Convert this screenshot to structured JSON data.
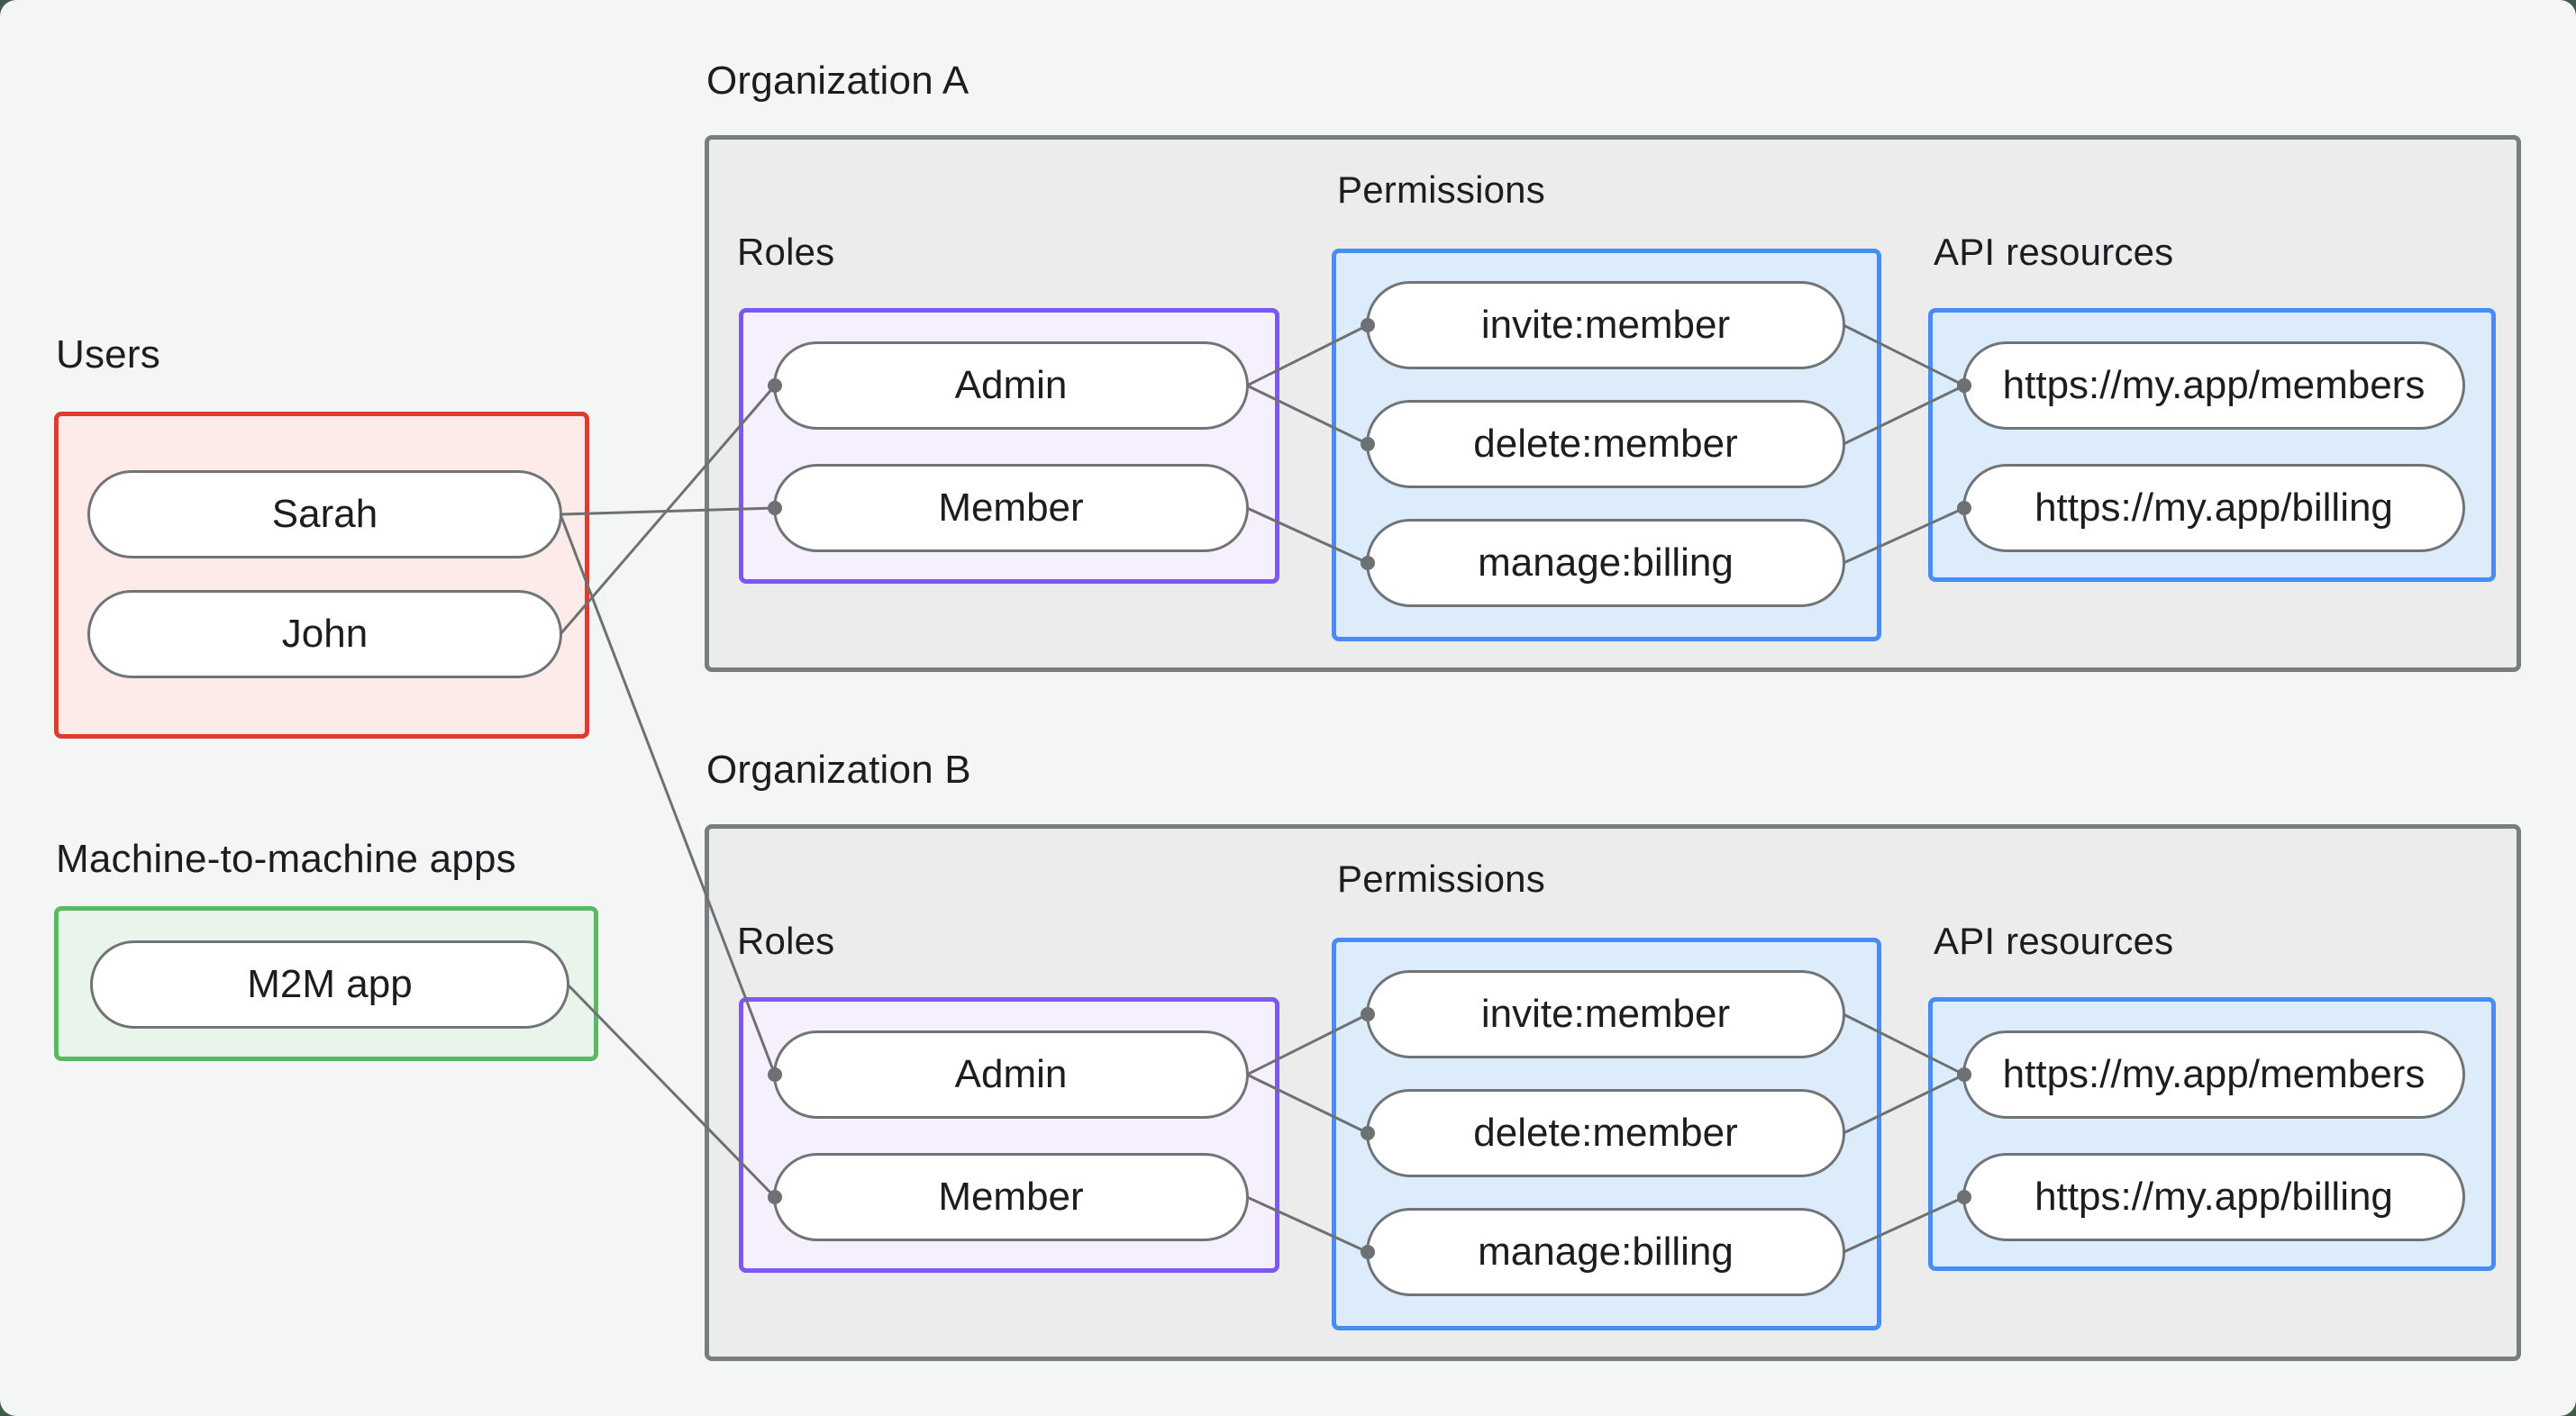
{
  "labels": {
    "users": "Users",
    "m2m_apps": "Machine-to-machine apps",
    "org_a": "Organization A",
    "org_b": "Organization B",
    "roles": "Roles",
    "permissions": "Permissions",
    "api_resources": "API resources"
  },
  "nodes": {
    "sarah": "Sarah",
    "john": "John",
    "m2m_app": "M2M app",
    "a_admin": "Admin",
    "a_member": "Member",
    "a_invite": "invite:member",
    "a_delete": "delete:member",
    "a_manage": "manage:billing",
    "a_members_api": "https://my.app/members",
    "a_billing_api": "https://my.app/billing",
    "b_admin": "Admin",
    "b_member": "Member",
    "b_invite": "invite:member",
    "b_delete": "delete:member",
    "b_manage": "manage:billing",
    "b_members_api": "https://my.app/members",
    "b_billing_api": "https://my.app/billing"
  },
  "edges": [
    [
      "sarah",
      "a_member"
    ],
    [
      "john",
      "a_admin"
    ],
    [
      "sarah",
      "b_admin"
    ],
    [
      "m2m_app",
      "b_member"
    ],
    [
      "a_admin",
      "a_invite"
    ],
    [
      "a_admin",
      "a_delete"
    ],
    [
      "a_member",
      "a_manage"
    ],
    [
      "a_invite",
      "a_members_api"
    ],
    [
      "a_delete",
      "a_members_api"
    ],
    [
      "a_manage",
      "a_billing_api"
    ],
    [
      "b_admin",
      "b_invite"
    ],
    [
      "b_admin",
      "b_delete"
    ],
    [
      "b_member",
      "b_manage"
    ],
    [
      "b_invite",
      "b_members_api"
    ],
    [
      "b_delete",
      "b_members_api"
    ],
    [
      "b_manage",
      "b_billing_api"
    ]
  ],
  "colors": {
    "frame": "#3f5b49",
    "page_bg": "#f4f6f5",
    "text": "#1b1d20",
    "connector": "#6d7174",
    "groups": {
      "users": {
        "border": "#e13b30",
        "fill": "#fcebe8"
      },
      "m2m": {
        "border": "#5cb863",
        "fill": "#e9f5ea"
      },
      "org": {
        "border": "#787d80",
        "fill": "#ececec"
      },
      "roles": {
        "border": "#7c57f4",
        "fill": "#f5effe"
      },
      "permissions": {
        "border": "#4a8cf5",
        "fill": "#ddecfb"
      },
      "api": {
        "border": "#4a8cf5",
        "fill": "#ddecfb"
      }
    }
  },
  "style": {
    "stroke_width": 3,
    "dot_radius": 8
  }
}
